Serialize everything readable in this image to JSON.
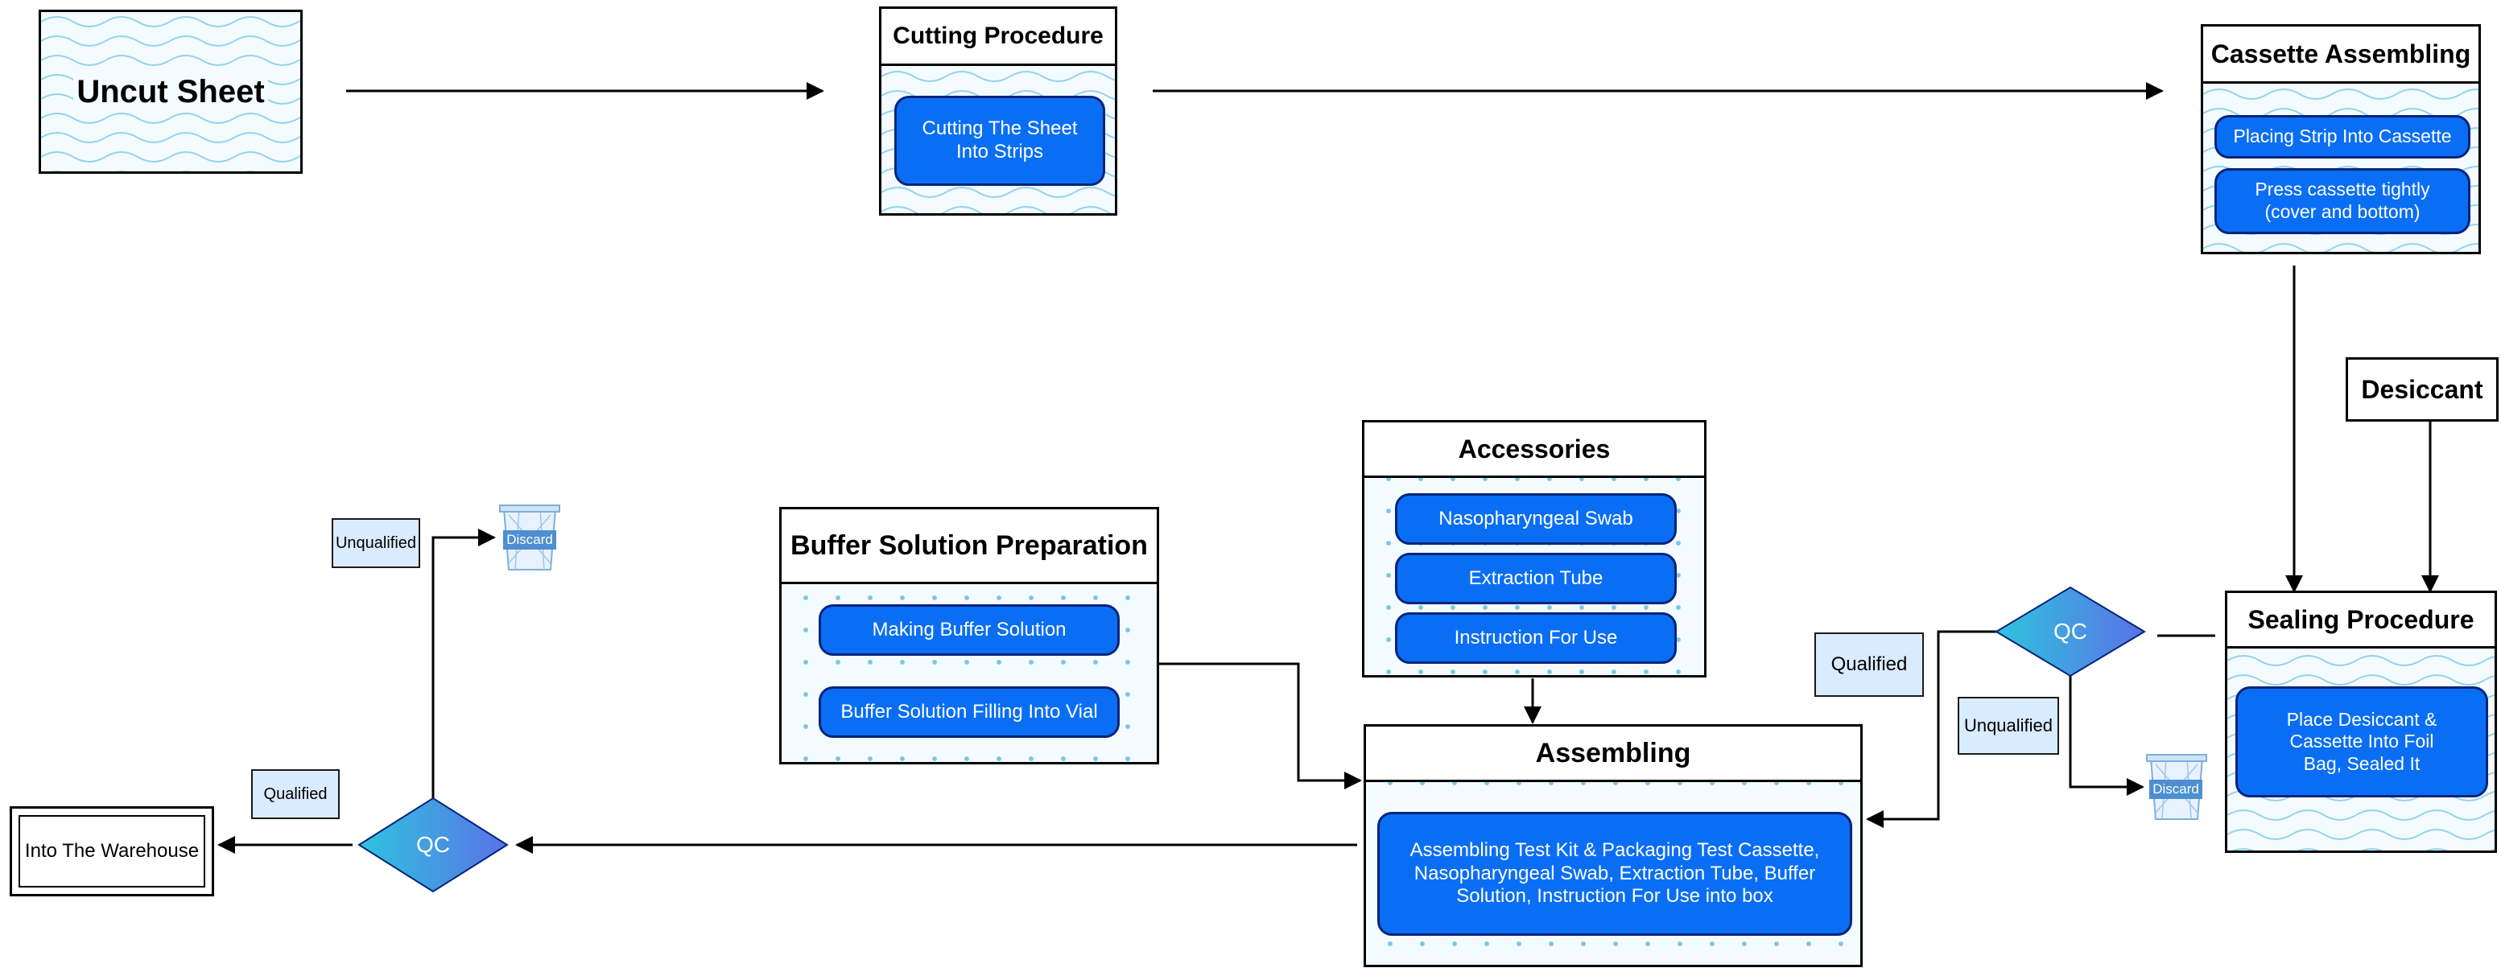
{
  "uncut_sheet": {
    "label": "Uncut Sheet"
  },
  "cutting": {
    "title": "Cutting Procedure",
    "step": "Cutting The Sheet Into Strips"
  },
  "cassette": {
    "title": "Cassette Assembling",
    "step1": "Placing Strip Into Cassette",
    "step2": "Press cassette tightly (cover and bottom)"
  },
  "desiccant": {
    "label": "Desiccant"
  },
  "sealing": {
    "title": "Sealing Procedure",
    "step": "Place Desiccant & Cassette Into Foil Bag, Sealed It"
  },
  "accessories": {
    "title": "Accessories",
    "items": [
      "Nasopharyngeal Swab",
      "Extraction Tube",
      "Instruction For Use"
    ]
  },
  "buffer": {
    "title": "Buffer Solution Preparation",
    "step1": "Making Buffer Solution",
    "step2": "Buffer Solution Filling Into Vial"
  },
  "assembling": {
    "title": "Assembling",
    "step": "Assembling Test Kit & Packaging Test Cassette, Nasopharyngeal Swab, Extraction Tube, Buffer Solution, Instruction For Use into box"
  },
  "qc_right": {
    "label": "QC",
    "qualified": "Qualified",
    "unqualified": "Unqualified",
    "discard": "Discard"
  },
  "qc_left": {
    "label": "QC",
    "qualified": "Qualified",
    "unqualified": "Unqualified",
    "discard": "Discard"
  },
  "warehouse": {
    "label": "Into The Warehouse"
  },
  "colors": {
    "step_fill": "#0a6ef5",
    "step_border": "#04247a",
    "qc_from": "#2ec4dd",
    "qc_to": "#5a72e6",
    "label_fill": "#d9ebff"
  }
}
